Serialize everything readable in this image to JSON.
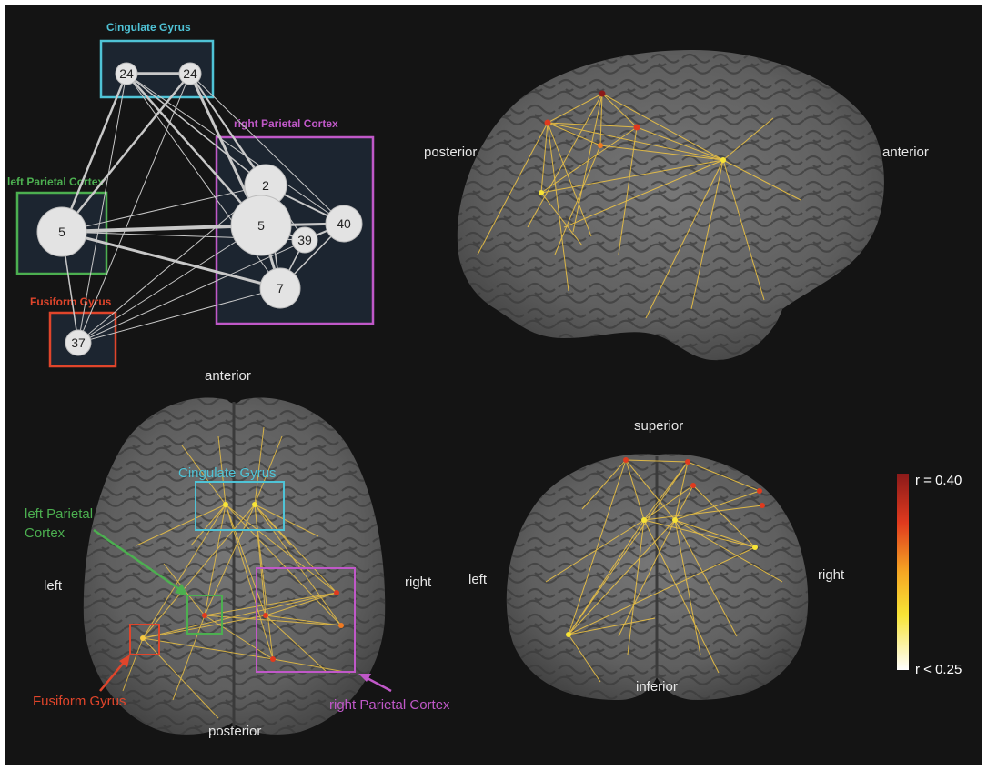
{
  "network": {
    "regions": {
      "cingulate": "Cingulate Gyrus",
      "right_parietal": "right Parietal Cortex",
      "left_parietal": "left Parietal Cortex",
      "fusiform": "Fusiform Gyrus"
    },
    "nodes": {
      "n24a": "24",
      "n24b": "24",
      "n2": "2",
      "n5r": "5",
      "n40": "40",
      "n39": "39",
      "n7": "7",
      "n5l": "5",
      "n37": "37"
    }
  },
  "sagittal": {
    "posterior": "posterior",
    "anterior": "anterior"
  },
  "axial": {
    "anterior": "anterior",
    "posterior": "posterior",
    "left": "left",
    "right": "right",
    "cingulate": "Cingulate Gyrus",
    "left_parietal_1": "left Parietal",
    "left_parietal_2": "Cortex",
    "fusiform": "Fusiform Gyrus",
    "right_parietal": "right Parietal Cortex"
  },
  "coronal": {
    "superior": "superior",
    "inferior": "inferior",
    "left": "left",
    "right": "right"
  },
  "colorbar": {
    "top_label": "r = 0.40",
    "bottom_label": "r < 0.25",
    "colors": [
      "#8b1a1a",
      "#e03a1e",
      "#f5a623",
      "#f7e436",
      "#ffffff"
    ]
  },
  "colors": {
    "background": "#141414",
    "cingulate": "#4fc3d6",
    "right_parietal": "#c058c8",
    "left_parietal": "#4caf50",
    "fusiform": "#e0452b",
    "edge": "#f5c842"
  }
}
